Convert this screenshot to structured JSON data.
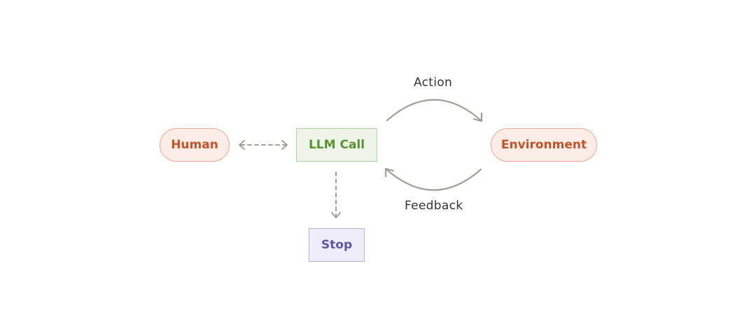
{
  "nodes": {
    "human": "Human",
    "llm_call": "LLM Call",
    "environment": "Environment",
    "stop": "Stop"
  },
  "edges": {
    "action": "Action",
    "feedback": "Feedback"
  },
  "colors": {
    "human_env_fill": "#fbece6",
    "human_env_border": "#eea78d",
    "human_env_text": "#c4532a",
    "llm_fill": "#eef5e8",
    "llm_border": "#a9d596",
    "llm_text": "#56942f",
    "stop_fill": "#efedf9",
    "stop_border": "#b6aee0",
    "stop_text": "#5e55a8",
    "arrow": "#a19e98"
  }
}
